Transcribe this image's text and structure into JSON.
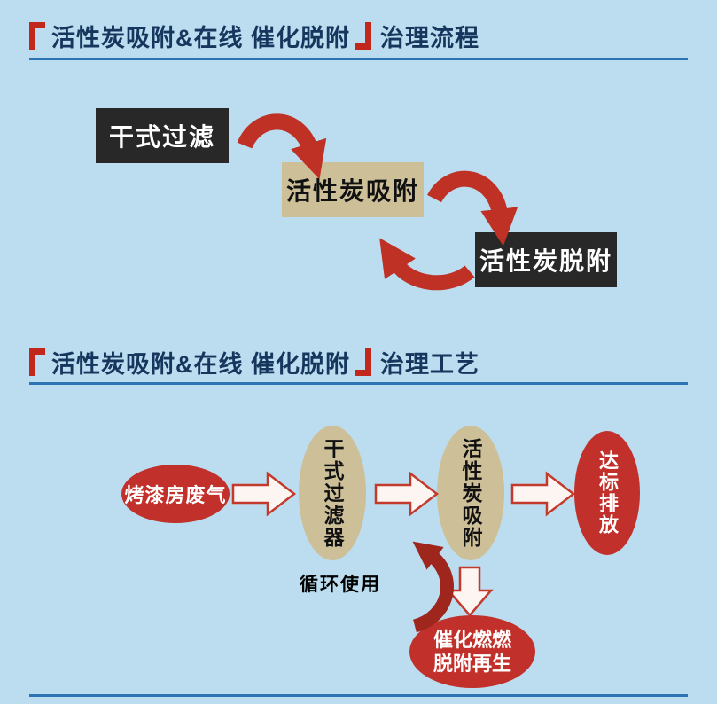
{
  "colors": {
    "background": "#BBDDEF",
    "title_navy": "#17365D",
    "bracket_red": "#C1281B",
    "line_blue": "#2E74B5",
    "box_dark": "#282828",
    "box_tan": "#CDC099",
    "node_red": "#C1302A",
    "arrow_red": "#BE3124",
    "cycle_red": "#9E261C",
    "block_arrow_fill": "#FDF5F2"
  },
  "section1": {
    "title_main": "活性炭吸附&在线 催化脱附",
    "title_suffix": "治理流程",
    "boxes": [
      "干式过滤",
      "活性炭吸附",
      "活性炭脱附"
    ]
  },
  "section2": {
    "title_main": "活性炭吸附&在线 催化脱附",
    "title_suffix": "治理工艺",
    "nodes": {
      "source": "烤漆房废气",
      "filter": "干式过滤器",
      "adsorb": "活性炭吸附",
      "emission": "达标排放",
      "regen_line1": "催化燃燃",
      "regen_line2": "脱附再生",
      "cycle_label": "循环使用"
    }
  }
}
